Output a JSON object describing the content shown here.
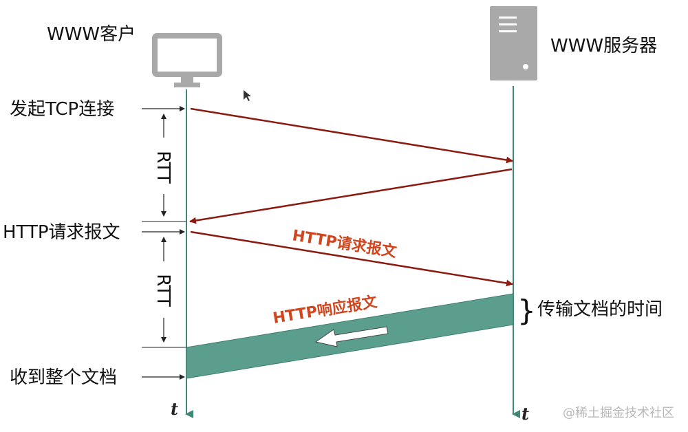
{
  "diagram": {
    "client_label": "WWW客户",
    "server_label": "WWW服务器",
    "tcp_connect_label": "发起TCP连接",
    "http_request_left_label": "HTTP请求报文",
    "receive_doc_label": "收到整个文档",
    "rtt_label_1": "RTT",
    "rtt_label_2": "RTT",
    "http_request_arrow_label": "HTTP请求报文",
    "http_response_arrow_label": "HTTP响应报文",
    "transfer_time_label": "传输文档的时间",
    "brace_glyph": "}",
    "time_axis_left": "t",
    "time_axis_right": "t",
    "watermark": "@稀土掘金技术社区"
  },
  "colors": {
    "arrow_red": "#8b1a10",
    "label_red": "#d0461f",
    "band_teal": "#5c9e8e",
    "timeline_teal": "#3f8878",
    "icon_gray": "#a9a9a9"
  },
  "icons": {
    "client": "monitor-icon",
    "server": "server-tower-icon",
    "cursor": "mouse-pointer-icon"
  }
}
